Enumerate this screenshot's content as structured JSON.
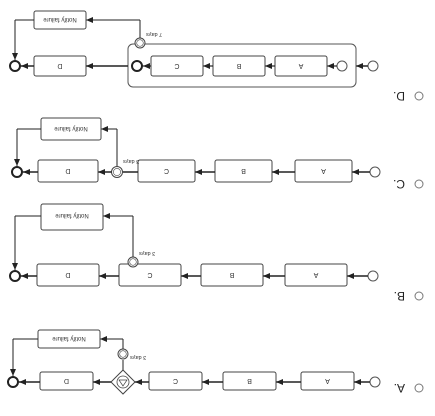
{
  "options": [
    {
      "label": "A.",
      "tasks": [
        "A",
        "B",
        "C",
        "D"
      ],
      "timer": "3 days",
      "notify": "Notify failure"
    },
    {
      "label": "B.",
      "tasks": [
        "A",
        "B",
        "C",
        "D"
      ],
      "timer": "3 days",
      "notify": "Notify failure"
    },
    {
      "label": "C.",
      "tasks": [
        "A",
        "B",
        "C",
        "D"
      ],
      "timer": "3 days",
      "notify": "Notify failure"
    },
    {
      "label": "D.",
      "tasks": [
        "A",
        "B",
        "C",
        "D"
      ],
      "timer": "7 days",
      "notify": "Notify failure"
    }
  ]
}
